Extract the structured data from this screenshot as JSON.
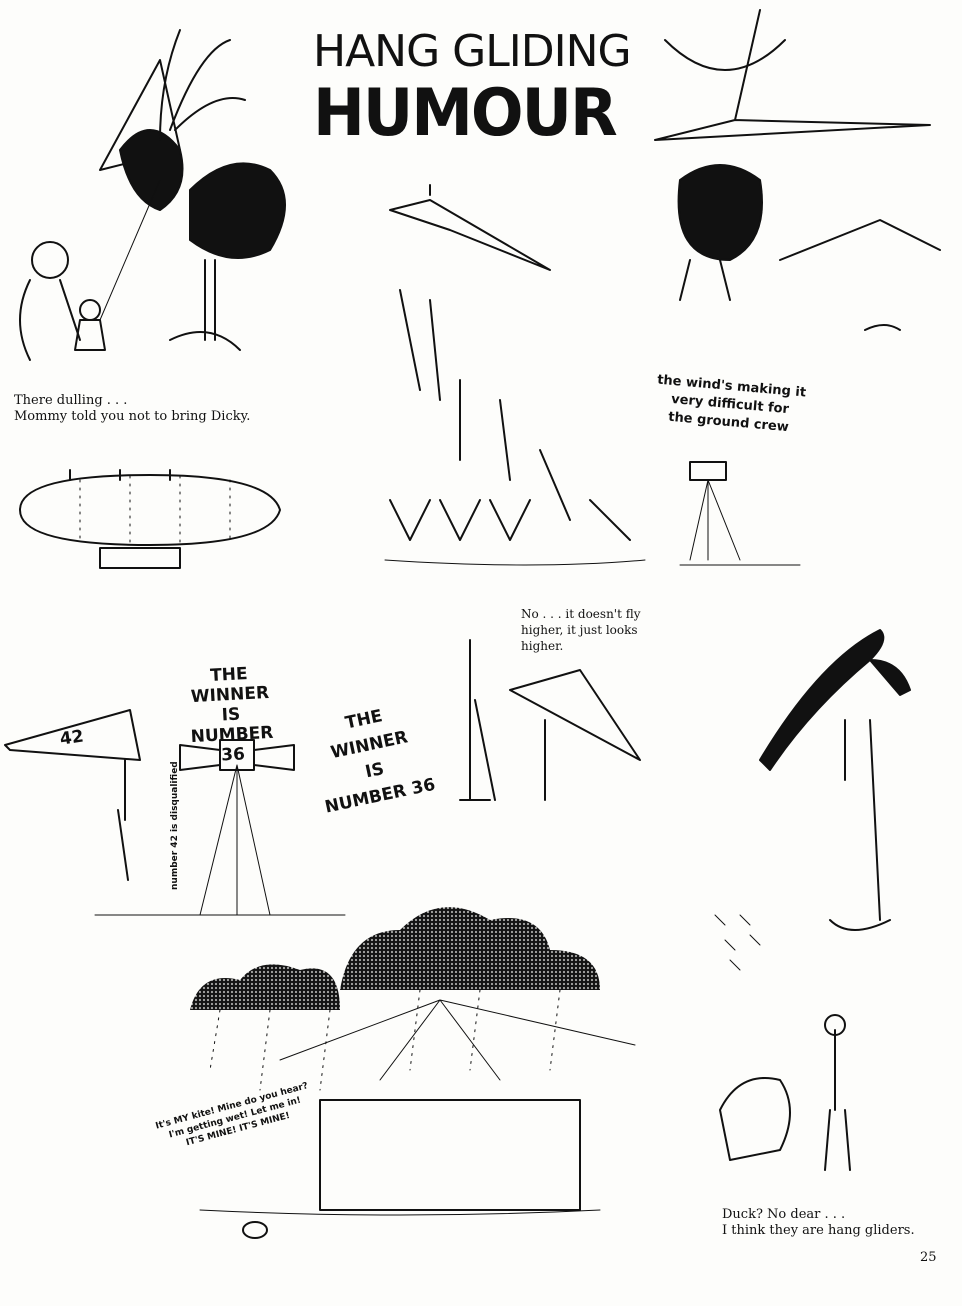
{
  "header": {
    "title_line1": "HANG GLIDING",
    "title_line2": "HUMOUR"
  },
  "cartoons": {
    "dicky": {
      "caption_line1": "There dulling . . .",
      "caption_line2": "Mommy told you not to bring Dicky."
    },
    "ground_crew": {
      "speech_line1": "the wind's making it",
      "speech_line2": "very difficult for",
      "speech_line3": "the ground crew"
    },
    "winner": {
      "announcement_left_line1": "THE WINNER",
      "announcement_left_line2": "IS",
      "announcement_left_line3": "NUMBER 36",
      "announcement_right_line1": "THE WINNER",
      "announcement_right_line2": "IS",
      "announcement_right_line3": "NUMBER 36",
      "glider_number": "42",
      "side_note": "number 42 is disqualified"
    },
    "fly_higher": {
      "caption_line1": "No . . . it doesn't fly",
      "caption_line2": "higher, it just looks",
      "caption_line3": "higher."
    },
    "rain": {
      "speech_line1": "It's MY kite! Mine do you hear?",
      "speech_line2": "I'm getting wet! Let me in!",
      "speech_line3": "IT'S MINE! IT'S MINE!"
    },
    "duck": {
      "caption_line1": "Duck? No dear . . .",
      "caption_line2": "I think they are hang gliders."
    }
  },
  "footer": {
    "page_number": "25"
  }
}
